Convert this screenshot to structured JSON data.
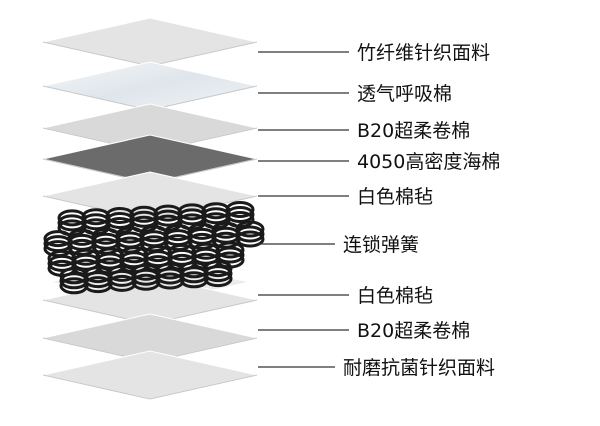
{
  "layers": [
    {
      "label": "竹纤维针织面料",
      "kind": "fabric",
      "color": "#e4e4e4"
    },
    {
      "label": "透气呼吸棉",
      "kind": "breathable",
      "color": "#e9eef2"
    },
    {
      "label": "B20超柔卷棉",
      "kind": "foam",
      "color": "#d9d9d9"
    },
    {
      "label": "4050高密度海棉",
      "kind": "dense-foam",
      "color": "#6b6b6b"
    },
    {
      "label": "白色棉毡",
      "kind": "felt",
      "color": "#e4e4e4"
    },
    {
      "label": "连锁弹簧",
      "kind": "springs",
      "color": "#1a1a1a"
    },
    {
      "label": "白色棉毡",
      "kind": "felt",
      "color": "#e4e4e4"
    },
    {
      "label": "B20超柔卷棉",
      "kind": "foam",
      "color": "#d9d9d9"
    },
    {
      "label": "耐磨抗菌针织面料",
      "kind": "fabric",
      "color": "#e4e4e4"
    }
  ]
}
